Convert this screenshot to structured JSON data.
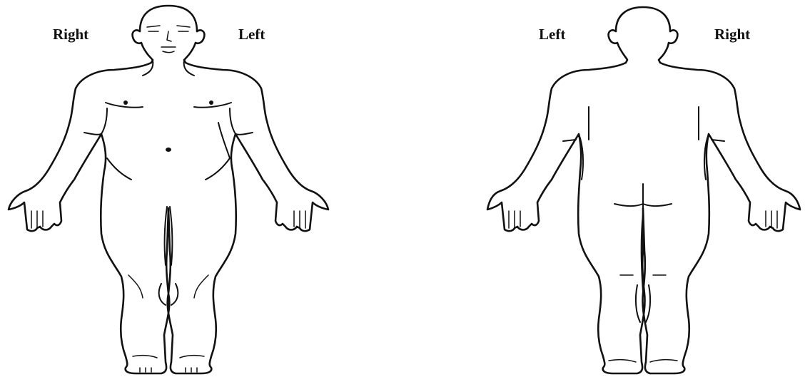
{
  "anterior_view": {
    "label_right": "Right",
    "label_left": "Left"
  },
  "posterior_view": {
    "label_left": "Left",
    "label_right": "Right"
  },
  "colors": {
    "line": "#111111",
    "background": "#ffffff"
  }
}
